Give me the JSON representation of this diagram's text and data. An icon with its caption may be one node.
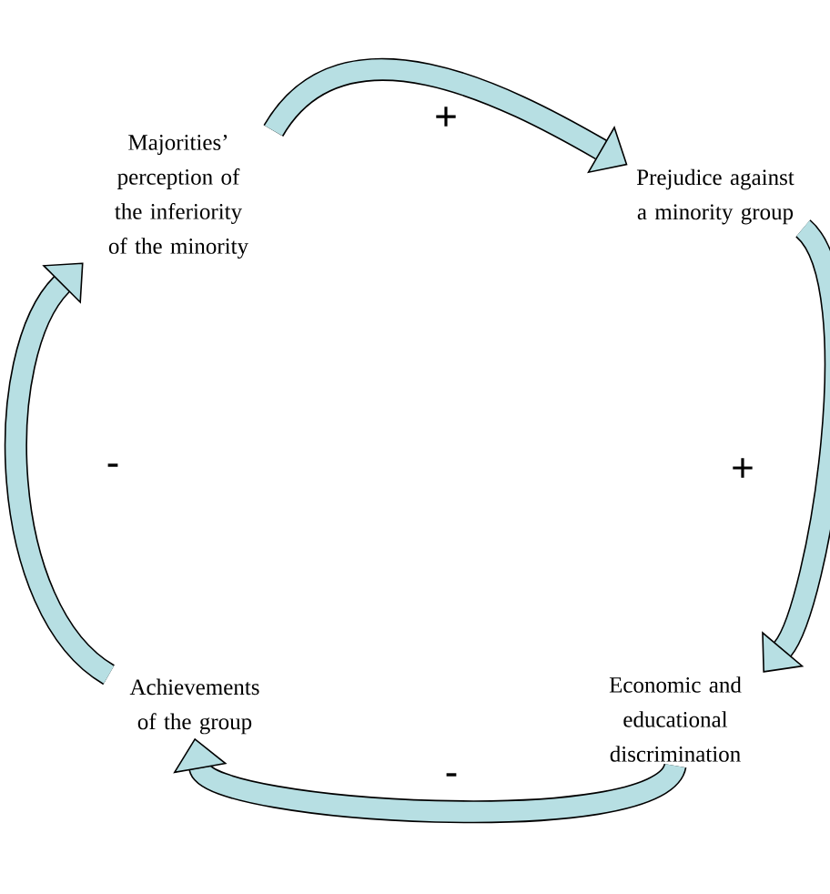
{
  "diagram": {
    "nodes": [
      {
        "text": [
          "Majorities’ perception of the inferiority of the minority"
        ]
      },
      {
        "text": [
          "Prejudice against a minority group"
        ]
      },
      {
        "text": [
          "Economic and educational discrimination"
        ]
      },
      {
        "text": [
          "Achievements of the group"
        ]
      }
    ],
    "edges": [
      {
        "from": 0,
        "to": 1,
        "arrow": "to",
        "label": "+"
      },
      {
        "from": 1,
        "to": 2,
        "arrow": "to",
        "label": "+"
      },
      {
        "from": 2,
        "to": 3,
        "arrow": "to",
        "label": "-"
      },
      {
        "from": 3,
        "to": 0,
        "arrow": "to",
        "label": "-"
      }
    ]
  }
}
